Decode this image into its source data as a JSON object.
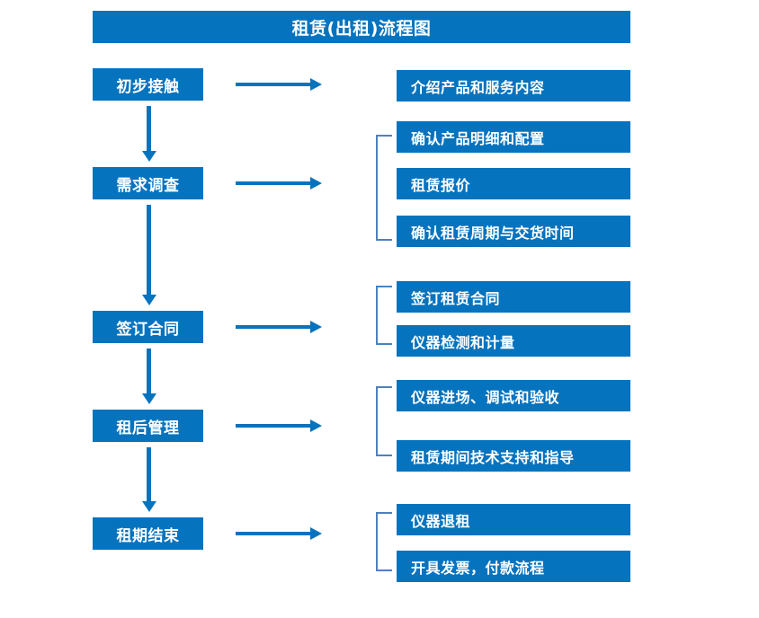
{
  "chart_data": {
    "type": "diagram",
    "title": "租赁(出租)流程图",
    "diagram_kind": "flowchart",
    "stages": [
      {
        "label": "初步接触",
        "details": [
          "介绍产品和服务内容"
        ]
      },
      {
        "label": "需求调查",
        "details": [
          "确认产品明细和配置",
          "租赁报价",
          "确认租赁周期与交货时间"
        ]
      },
      {
        "label": "签订合同",
        "details": [
          "签订租赁合同",
          "仪器检测和计量"
        ]
      },
      {
        "label": "租后管理",
        "details": [
          "仪器进场、调试和验收",
          "租赁期间技术支持和指导"
        ]
      },
      {
        "label": "租期结束",
        "details": [
          "仪器退租",
          "开具发票，付款流程"
        ]
      }
    ]
  },
  "title": {
    "text": "租赁(出租)流程图"
  },
  "stages": [
    {
      "label": "初步接触"
    },
    {
      "label": "需求调查"
    },
    {
      "label": "签订合同"
    },
    {
      "label": "租后管理"
    },
    {
      "label": "租期结束"
    }
  ],
  "details": [
    {
      "label": "介绍产品和服务内容"
    },
    {
      "label": "确认产品明细和配置"
    },
    {
      "label": "租赁报价"
    },
    {
      "label": "确认租赁周期与交货时间"
    },
    {
      "label": "签订租赁合同"
    },
    {
      "label": "仪器检测和计量"
    },
    {
      "label": "仪器进场、调试和验收"
    },
    {
      "label": "租赁期间技术支持和指导"
    },
    {
      "label": "仪器退租"
    },
    {
      "label": "开具发票，付款流程"
    }
  ],
  "colors": {
    "box_blue": "#0673BE",
    "bracket_blue": "#4F81BD",
    "text_white": "#FFFFFF",
    "background": "#FFFFFF"
  }
}
